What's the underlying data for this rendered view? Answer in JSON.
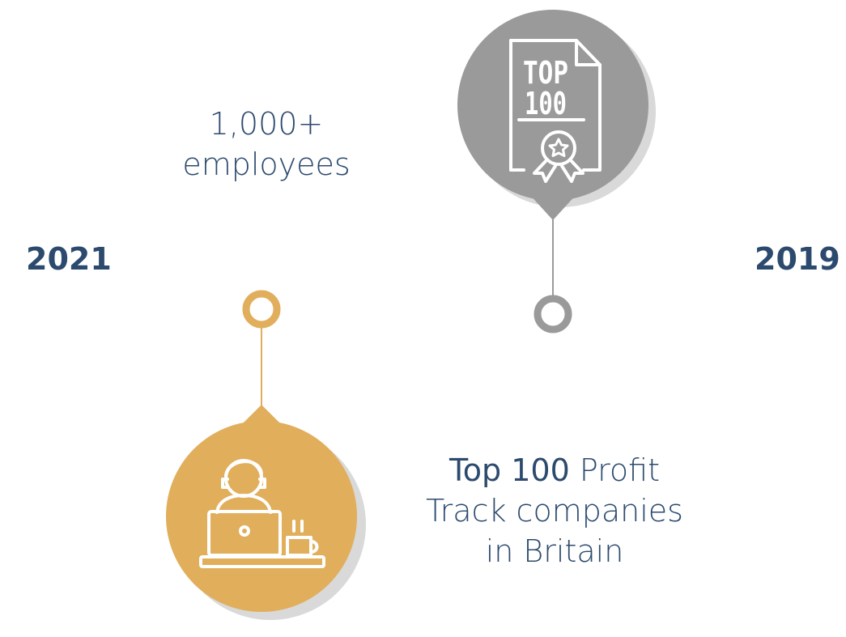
{
  "milestones": {
    "left_year": "2021",
    "right_year": "2019"
  },
  "stat": {
    "value": "1,000+",
    "label": "employees"
  },
  "award": {
    "line1_emphasis": "Top 100",
    "line1_rest": " Profit",
    "line2": "Track companies",
    "line3": "in Britain"
  },
  "badge": {
    "line1": "TOP",
    "line2": "100"
  },
  "colors": {
    "navy": "#2c4a6e",
    "gold": "#e1ae5c",
    "gray": "#9a9a9a",
    "shadow": "#d9d9d9"
  },
  "icons": [
    "top-100-certificate-icon",
    "person-at-laptop-icon"
  ]
}
